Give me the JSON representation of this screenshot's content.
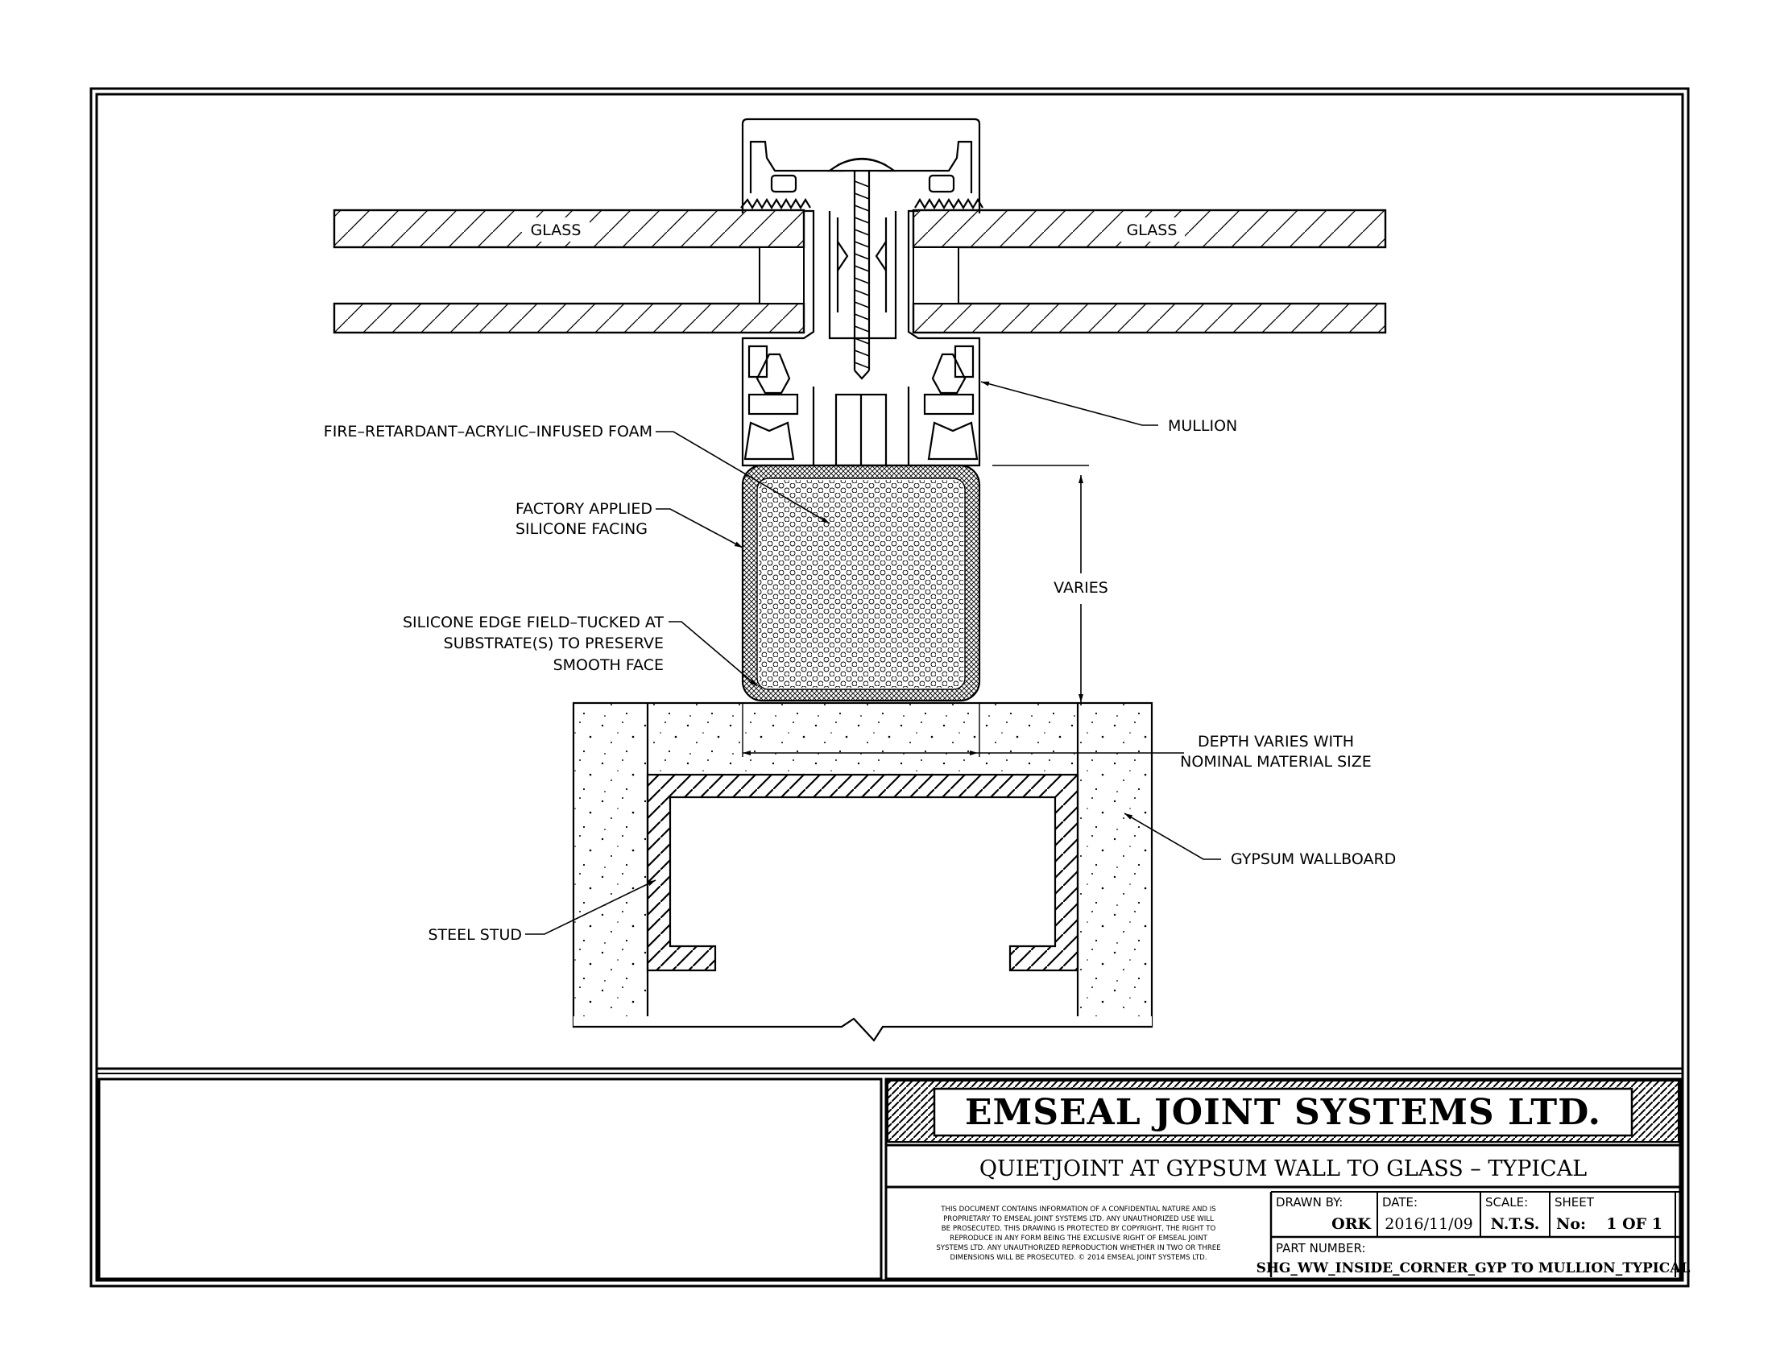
{
  "labels": {
    "glass_left": "GLASS",
    "glass_right": "GLASS",
    "mullion": "MULLION",
    "foam": "FIRE–RETARDANT–ACRYLIC–INFUSED FOAM",
    "facing_line1": "FACTORY APPLIED",
    "facing_line2": "SILICONE FACING",
    "edge_line1": "SILICONE EDGE FIELD–TUCKED AT",
    "edge_line2": "SUBSTRATE(S) TO PRESERVE",
    "edge_line3": "SMOOTH FACE",
    "varies": "VARIES",
    "depth_line1": "DEPTH VARIES WITH",
    "depth_line2": "NOMINAL MATERIAL SIZE",
    "gypsum": "GYPSUM WALLBOARD",
    "steel_stud": "STEEL STUD"
  },
  "title_block": {
    "company": "EMSEAL JOINT SYSTEMS LTD.",
    "drawing_title": "QUIETJOINT AT GYPSUM WALL TO GLASS – TYPICAL",
    "confidential": [
      "THIS DOCUMENT CONTAINS INFORMATION OF A CONFIDENTIAL NATURE AND IS",
      "PROPRIETARY TO EMSEAL JOINT SYSTEMS LTD. ANY UNAUTHORIZED USE WILL",
      "BE PROSECUTED. THIS DRAWING IS PROTECTED BY COPYRIGHT, THE RIGHT TO",
      "REPRODUCE IN ANY FORM BEING THE EXCLUSIVE RIGHT OF EMSEAL JOINT",
      "SYSTEMS LTD. ANY UNAUTHORIZED REPRODUCTION WHETHER IN TWO OR THREE",
      "DIMENSIONS WILL BE PROSECUTED. © 2014 EMSEAL JOINT SYSTEMS LTD."
    ],
    "drawn_by_label": "DRAWN BY:",
    "drawn_by": "ORK",
    "date_label": "DATE:",
    "date": "2016/11/09",
    "scale_label": "SCALE:",
    "scale": "N.T.S.",
    "sheet_label": "SHEET",
    "sheet_no_label": "No:",
    "sheet": "1 OF 1",
    "part_number_label": "PART NUMBER:",
    "part_number": "SHG_WW_INSIDE_CORNER_GYP TO MULLION_TYPICAL"
  }
}
